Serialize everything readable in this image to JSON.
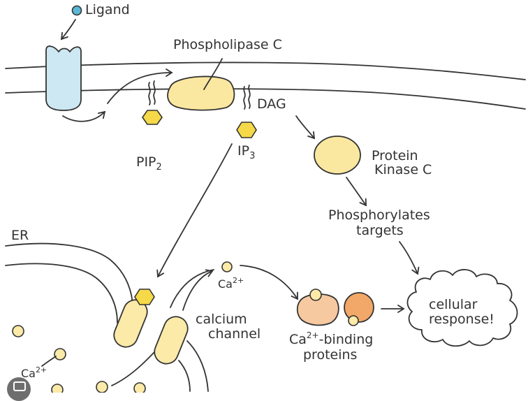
{
  "labels": {
    "ligand": "Ligand",
    "phospholipase_c": "Phospholipase C",
    "dag": "DAG",
    "pip2": "PIP",
    "pip2_sub": "2",
    "ip3": "IP",
    "ip3_sub": "3",
    "protein_kinase_c_line1": "Protein",
    "protein_kinase_c_line2": "Kinase C",
    "phosphorylates_line1": "Phosphorylates",
    "phosphorylates_line2": "targets",
    "er": "ER",
    "ca_cytosol": "Ca",
    "ca_cytosol_sup": "2+",
    "ca_er": "Ca",
    "ca_er_sup": "2+",
    "calcium_channel_line1": "calcium",
    "calcium_channel_line2": "channel",
    "ca_binding_line1_prefix": "Ca",
    "ca_binding_line1_sup": "2+",
    "ca_binding_line1_suffix": "-binding",
    "ca_binding_line2": "proteins",
    "cellular_response_line1": "cellular",
    "cellular_response_line2": "response!"
  },
  "colors": {
    "ligand": "#5bb8d4",
    "receptor": "#cde8f2",
    "enzyme_yellow": "#fbe8a0",
    "ip3_yellow": "#f5d948",
    "channel_yellow": "#fbeaa8",
    "ca_ion": "#fbeaa8",
    "binding_light": "#f6c9a0",
    "binding_dark": "#f2a868",
    "outline": "#333333"
  }
}
